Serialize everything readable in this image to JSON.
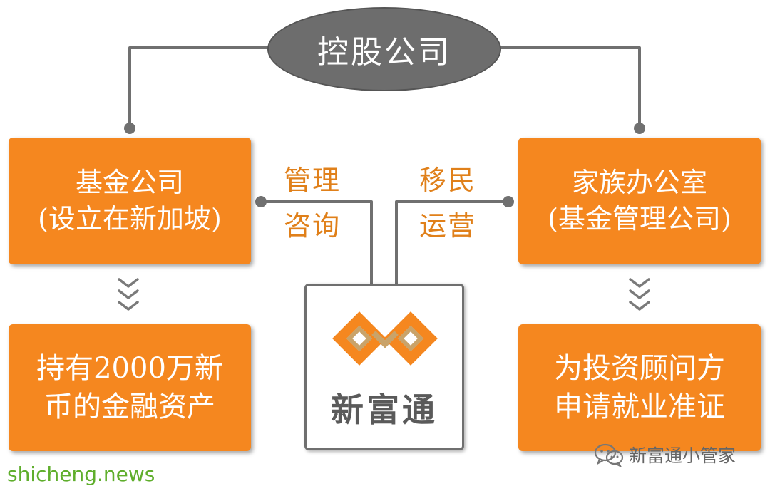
{
  "colors": {
    "accent": "#f5871f",
    "label_orange": "#e0801a",
    "ellipse_gray": "#6d6d6d",
    "line_gray": "#707070",
    "logo_gold": "#c9a36a",
    "site_green": "#5fae2c"
  },
  "top": {
    "label": "控股公司"
  },
  "left": {
    "title": "基金公司",
    "subtitle": "(设立在新加坡)",
    "result_line1": "持有2000万新",
    "result_line2": "币的金融资产"
  },
  "right": {
    "title": "家族办公室",
    "subtitle": "(基金管理公司)",
    "result_line1": "为投资顾问方",
    "result_line2": "申请就业准证"
  },
  "center": {
    "left_label_1": "管理",
    "left_label_2": "咨询",
    "right_label_1": "移民",
    "right_label_2": "运营",
    "logo_name": "新富通"
  },
  "watermark": {
    "icon": "wechat-icon",
    "text": "新富通小管家"
  },
  "site": {
    "text": "shicheng.news"
  }
}
